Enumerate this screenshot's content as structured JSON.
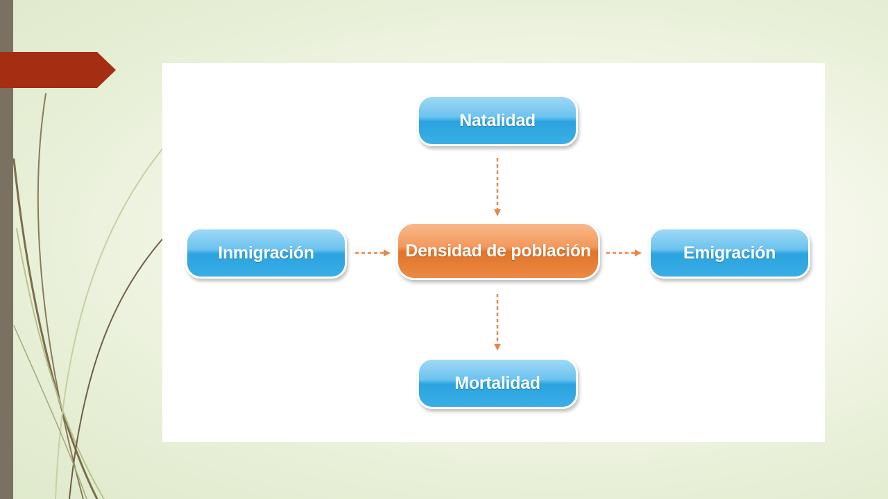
{
  "slide": {
    "colors": {
      "side_bar": "#7a7160",
      "arrow_tab": "#a52d12",
      "node_blue": "#3aaee6",
      "node_orange": "#ec8a45",
      "arrow": "#e8864a"
    }
  },
  "diagram": {
    "center": "Densidad de población",
    "top": "Natalidad",
    "left": "Inmigración",
    "right": "Emigración",
    "bottom": "Mortalidad",
    "edges": [
      {
        "from": "Natalidad",
        "to": "Densidad de población"
      },
      {
        "from": "Inmigración",
        "to": "Densidad de población"
      },
      {
        "from": "Densidad de población",
        "to": "Emigración"
      },
      {
        "from": "Densidad de población",
        "to": "Mortalidad"
      }
    ]
  }
}
